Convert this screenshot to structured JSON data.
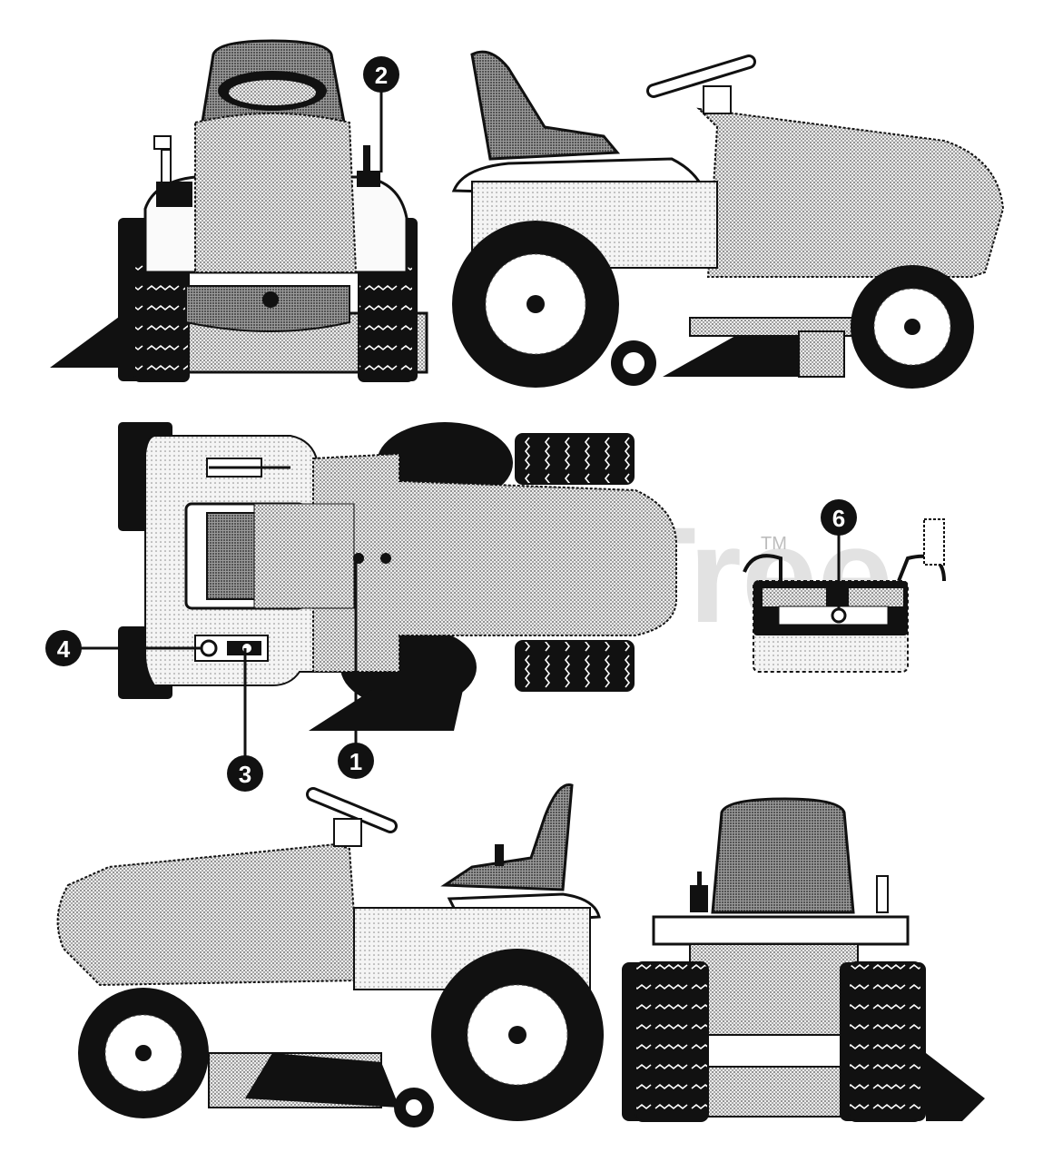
{
  "watermark": {
    "text": "PartsTree",
    "tm": "TM"
  },
  "callouts": [
    {
      "id": "1",
      "label": "1"
    },
    {
      "id": "2",
      "label": "2"
    },
    {
      "id": "3",
      "label": "3"
    },
    {
      "id": "4",
      "label": "4"
    },
    {
      "id": "6",
      "label": "6"
    }
  ],
  "views": [
    {
      "id": "front",
      "icon": "tractor-front-view-icon"
    },
    {
      "id": "right-side",
      "icon": "tractor-right-side-view-icon"
    },
    {
      "id": "top",
      "icon": "tractor-top-view-icon"
    },
    {
      "id": "battery",
      "icon": "battery-icon"
    },
    {
      "id": "left-side",
      "icon": "tractor-left-side-view-icon"
    },
    {
      "id": "rear",
      "icon": "tractor-rear-view-icon"
    }
  ]
}
